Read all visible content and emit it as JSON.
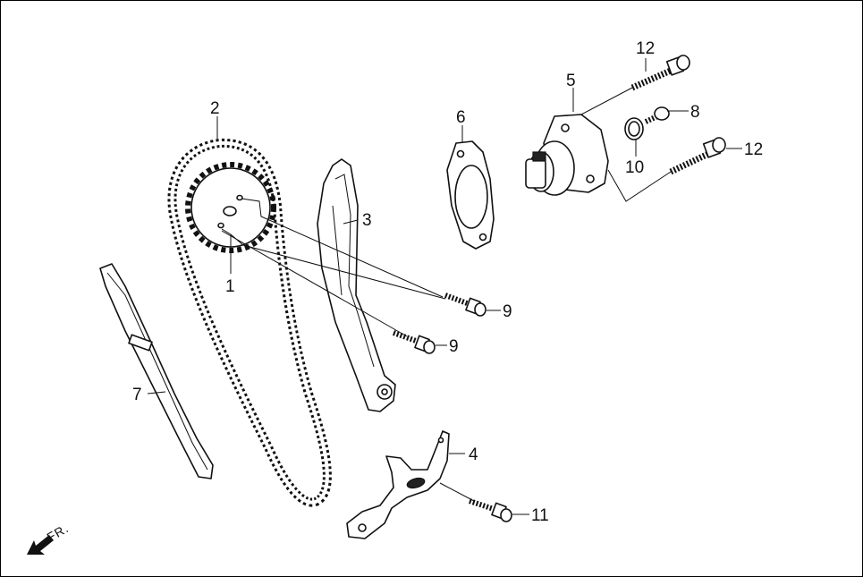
{
  "diagram": {
    "orientation_label": "FR.",
    "callouts": [
      {
        "id": "c1",
        "text": "1"
      },
      {
        "id": "c2",
        "text": "2"
      },
      {
        "id": "c3",
        "text": "3"
      },
      {
        "id": "c4",
        "text": "4"
      },
      {
        "id": "c5",
        "text": "5"
      },
      {
        "id": "c6",
        "text": "6"
      },
      {
        "id": "c7",
        "text": "7"
      },
      {
        "id": "c8",
        "text": "8"
      },
      {
        "id": "c9a",
        "text": "9"
      },
      {
        "id": "c9b",
        "text": "9"
      },
      {
        "id": "c10",
        "text": "10"
      },
      {
        "id": "c11",
        "text": "11"
      },
      {
        "id": "c12a",
        "text": "12"
      },
      {
        "id": "c12b",
        "text": "12"
      }
    ]
  }
}
